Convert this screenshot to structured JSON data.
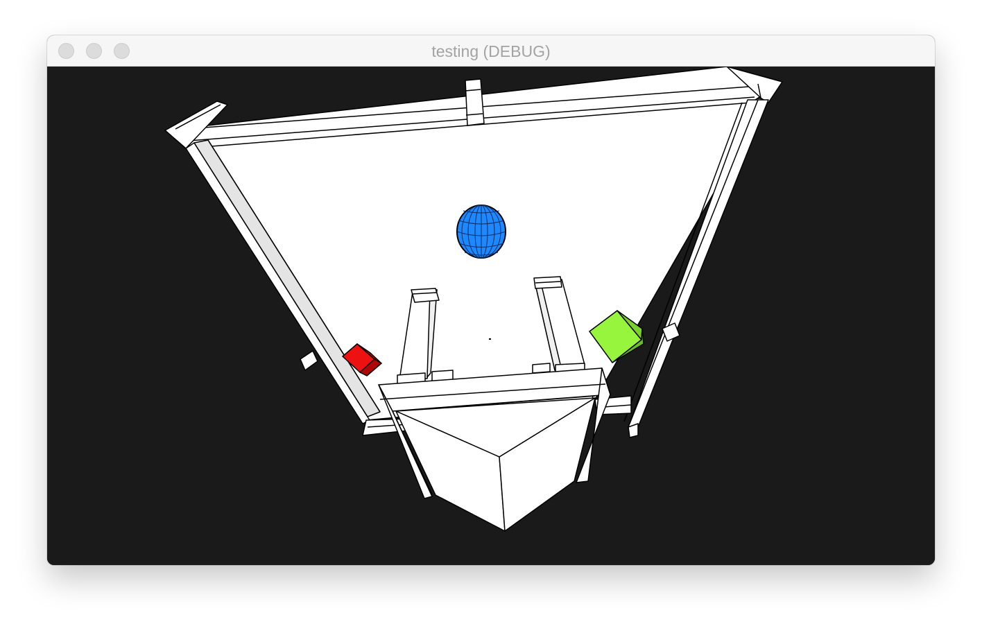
{
  "window": {
    "title": "testing (DEBUG)"
  },
  "titlebar": {
    "buttons": [
      "close-icon",
      "minimize-icon",
      "maximize-icon"
    ]
  },
  "scene": {
    "background_color": "#1a1a1a",
    "room_color": "#ffffff",
    "objects": [
      {
        "name": "sphere",
        "color": "#1e88ff"
      },
      {
        "name": "red-cube",
        "color": "#ee1111"
      },
      {
        "name": "green-cube",
        "color": "#96f53c"
      }
    ]
  }
}
